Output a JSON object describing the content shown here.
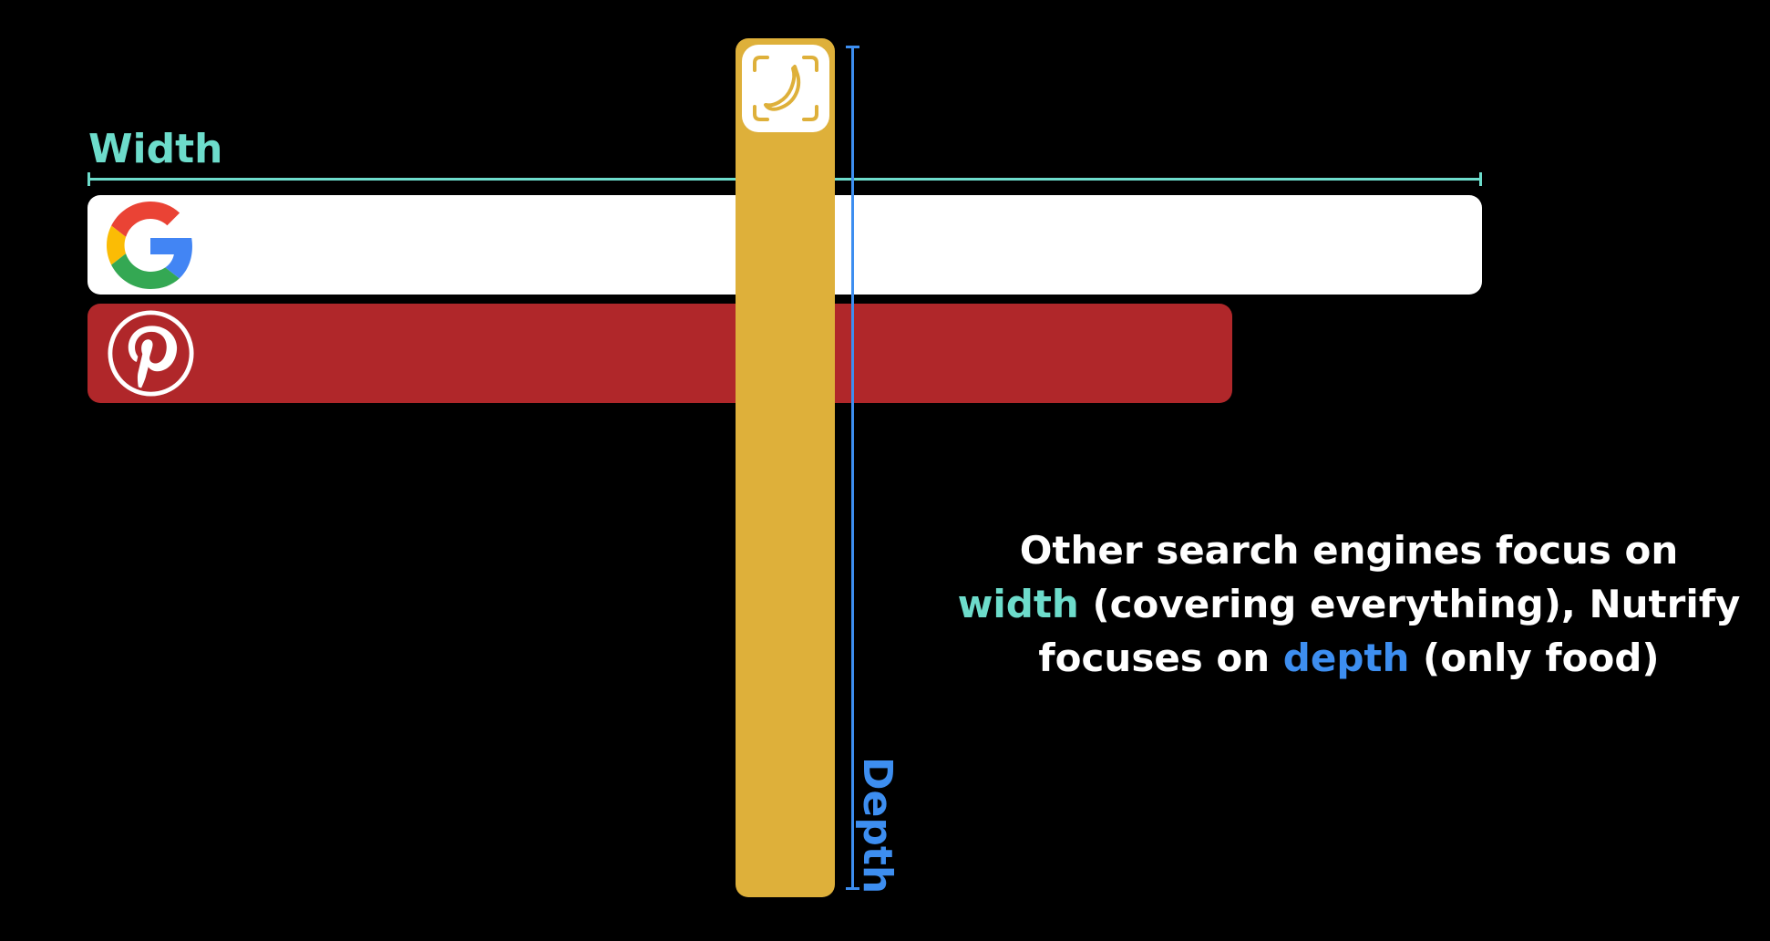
{
  "labels": {
    "width": "Width",
    "depth": "Depth"
  },
  "caption": {
    "line1": "Other search engines focus on",
    "line2_highlight": "width",
    "line2_rest": " (covering everything), Nutrify",
    "line3_start": "focuses on ",
    "line3_highlight": "depth",
    "line3_rest": " (only food)"
  },
  "bars": {
    "google": {
      "icon": "google-g-logo-icon"
    },
    "pinterest": {
      "icon": "pinterest-logo-icon"
    },
    "food": {
      "icon": "banana-scan-app-icon"
    }
  },
  "colors": {
    "width_accent": "#6ddccb",
    "depth_accent": "#3d8ef0",
    "pinterest_red": "#b0272a",
    "food_yellow": "#deb03a",
    "google_blue": "#4285F4",
    "google_red": "#EA4335",
    "google_yellow": "#FBBC05",
    "google_green": "#34A853"
  }
}
